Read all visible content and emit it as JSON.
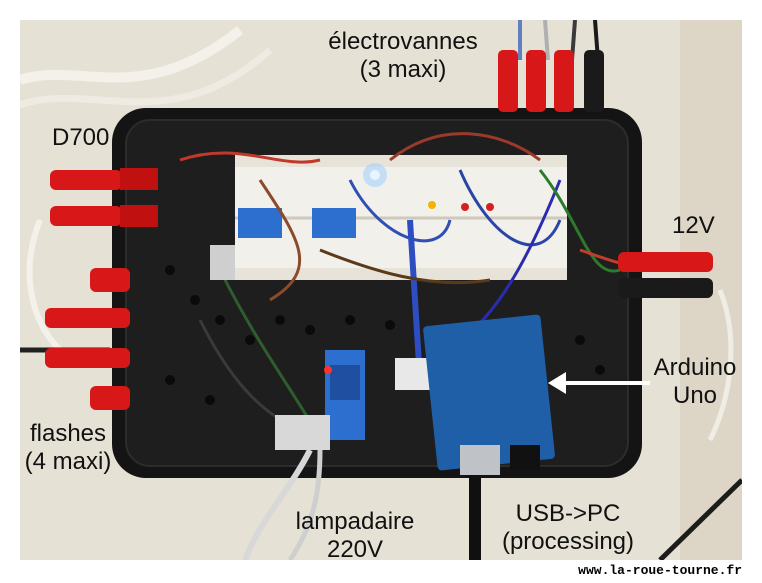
{
  "labels": {
    "valves_line1": "électrovannes",
    "valves_line2": "(3 maxi)",
    "camera": "D700",
    "power": "12V",
    "arduino_line1": "Arduino",
    "arduino_line2": "Uno",
    "flashes_line1": "flashes",
    "flashes_line2": "(4 maxi)",
    "lamp_line1": "lampadaire",
    "lamp_line2": "220V",
    "usb_line1": "USB->PC",
    "usb_line2": "(processing)"
  },
  "watermark": "www.la-roue-tourne.fr",
  "colors": {
    "wall": "#e9e4d8",
    "enclosure": "#151515",
    "connector_red": "#d81818",
    "breadboard": "#f2f0ea",
    "arduino_blue": "#1f5fa8",
    "relay_blue": "#2d6fcf"
  }
}
